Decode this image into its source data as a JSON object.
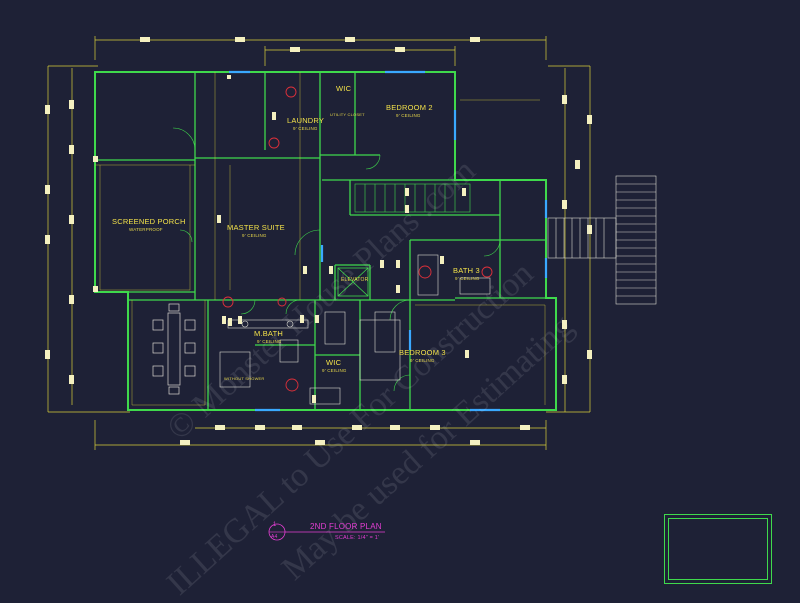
{
  "plan": {
    "title": "2ND FLOOR PLAN",
    "scale": "SCALE: 1/4\" = 1'",
    "sheet_num": "1",
    "sheet_ref": "A4"
  },
  "rooms": {
    "screened_porch": {
      "name": "SCREENED PORCH",
      "note": "WATERPROOF"
    },
    "master_suite": {
      "name": "MASTER SUITE",
      "note": "9' CEILING"
    },
    "laundry": {
      "name": "LAUNDRY",
      "note": "9' CEILING"
    },
    "wic_top": {
      "name": "WIC"
    },
    "bedroom2": {
      "name": "BEDROOM 2",
      "note": "9' CEILING"
    },
    "utility_closet": {
      "name": "UTILITY CLOSET"
    },
    "elevator": {
      "name": "ELEVATOR"
    },
    "bath3": {
      "name": "BATH 3",
      "note": "9' CEILING"
    },
    "mbath": {
      "name": "M.BATH",
      "note": "9' CEILING"
    },
    "wic_bottom": {
      "name": "WIC",
      "note": "9' CEILING"
    },
    "bedroom3": {
      "name": "BEDROOM 3",
      "note": "9' CEILING"
    },
    "shower": {
      "name": "WITHOUT SHOWER"
    }
  },
  "watermarks": {
    "line1": "© Monster House Plans .com",
    "line2": "ILLEGAL to Use For Construction",
    "line3": "May be used for Estimating"
  },
  "title_block": {
    "rows": [
      "",
      "",
      "",
      "",
      "",
      "",
      ""
    ]
  },
  "colors": {
    "background": "#1e2136",
    "wall": "#3fd94c",
    "dimension": "#e8df3a",
    "text": "#f2e14a",
    "window": "#3aa9ff",
    "fixture": "#e0303a",
    "title": "#e43ed3"
  }
}
